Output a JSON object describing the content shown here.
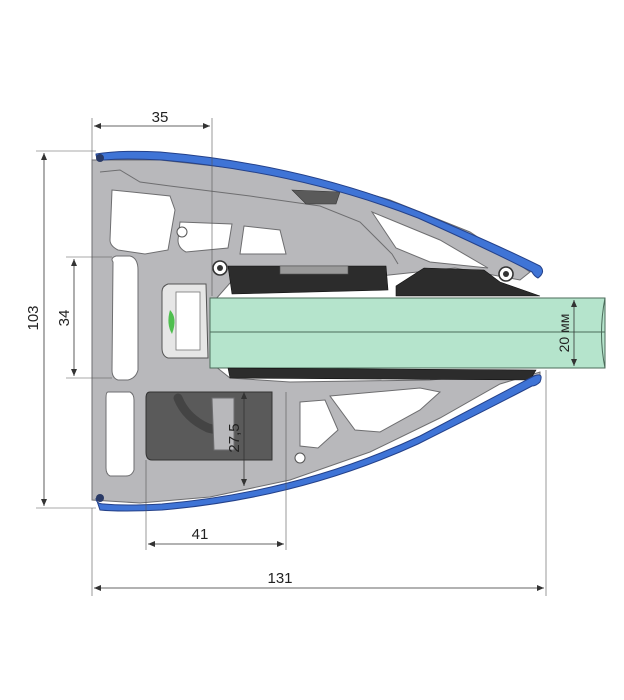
{
  "dimensions": {
    "width_top": "35",
    "height_total": "103",
    "height_inner": "34",
    "height_slot": "27,5",
    "width_lower": "41",
    "width_total": "131",
    "glass_thickness": "20 мм"
  },
  "colors": {
    "profile": "#b8b8bb",
    "profile_stroke": "#6e6e70",
    "cover": "#3f74d6",
    "cover_stroke": "#24418a",
    "glass": "#b5e4cc",
    "glass_stroke": "#4b6b5a",
    "gasket": "#2c2c2c",
    "insert": "#5a5a5a",
    "accent": "#4fbf4f"
  }
}
